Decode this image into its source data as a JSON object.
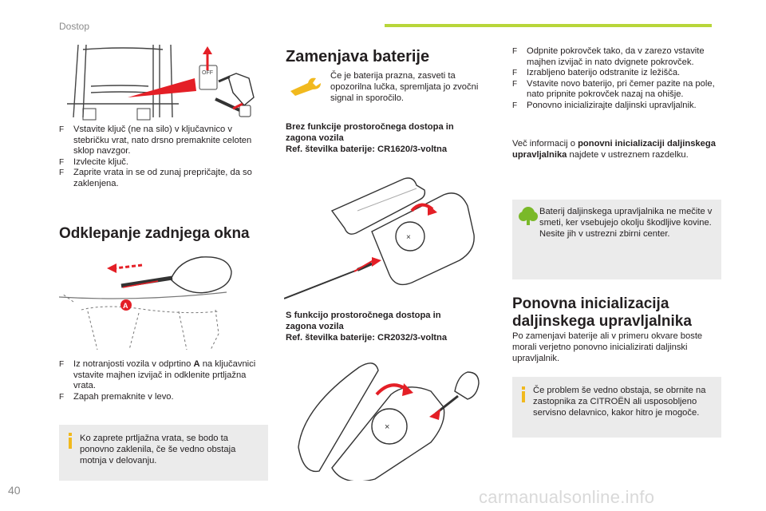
{
  "header": {
    "section": "Dostop"
  },
  "page_number": "40",
  "watermark": "carmanualsonline.info",
  "col1": {
    "steps_door": [
      "Vstavite ključ (ne na silo) v ključavnico v stebričku vrat, nato drsno premaknite celoten sklop navzgor.",
      "Izvlecite ključ.",
      "Zaprite vrata in se od zunaj prepričajte, da so zaklenjena."
    ],
    "rear_window_title": "Odklepanje zadnjega okna",
    "callout_a": "A",
    "steps_window": [
      {
        "pre": "Iz notranjosti vozila v odprtino ",
        "bold": "A",
        "post": " na ključavnici vstavite majhen izvijač in odklenite prtljažna vrata."
      },
      {
        "pre": "Zapah premaknite v levo.",
        "bold": "",
        "post": ""
      }
    ],
    "info": "Ko zaprete prtljažna vrata, se bodo ta ponovno zaklenila, če še vedno obstaja motnja v delovanju."
  },
  "col2": {
    "title": "Zamenjava baterije",
    "intro": "Če je baterija prazna, zasveti ta opozorilna lučka, spremljata jo zvočni signal in sporočilo.",
    "caption1": [
      "Brez funkcije prostoročnega dostopa in",
      "zagona vozila",
      "Ref. številka baterije: CR1620/3-voltna"
    ],
    "caption2": [
      "S funkcijo prostoročnega dostopa in",
      "zagona vozila",
      "Ref. številka baterije: CR2032/3-voltna"
    ]
  },
  "col3": {
    "steps": [
      "Odpnite pokrovček tako, da v zarezo vstavite majhen izvijač in nato dvignete pokrovček.",
      "Izrabljeno baterijo odstranite iz ležišča.",
      "Vstavite novo baterijo, pri čemer pazite na pole, nato pripnite pokrovček nazaj na ohišje.",
      "Ponovno inicializirajte daljinski upravljalnik."
    ],
    "more_pre": "Več informacij o ",
    "more_bold": "ponovni inicializaciji daljinskega upravljalnika",
    "more_post": " najdete v ustreznem razdelku.",
    "eco": "Baterij daljinskega upravljalnika ne mečite v smeti, ker vsebujejo okolju škodljive kovine. Nesite jih v ustrezni zbirni center.",
    "reinit_title": [
      "Ponovna inicializacija",
      "daljinskega upravljalnika"
    ],
    "reinit_body": "Po zamenjavi baterije ali v primeru okvare boste morali verjetno ponovno inicializirati daljinski upravljalnik.",
    "info": "Če problem še vedno obstaja, se obrnite na zastopnika za CITROËN ali usposobljeno servisno delavnico, kakor hitro je mogoče."
  },
  "icons": {
    "bullet": "F",
    "off_label": "OFF"
  }
}
